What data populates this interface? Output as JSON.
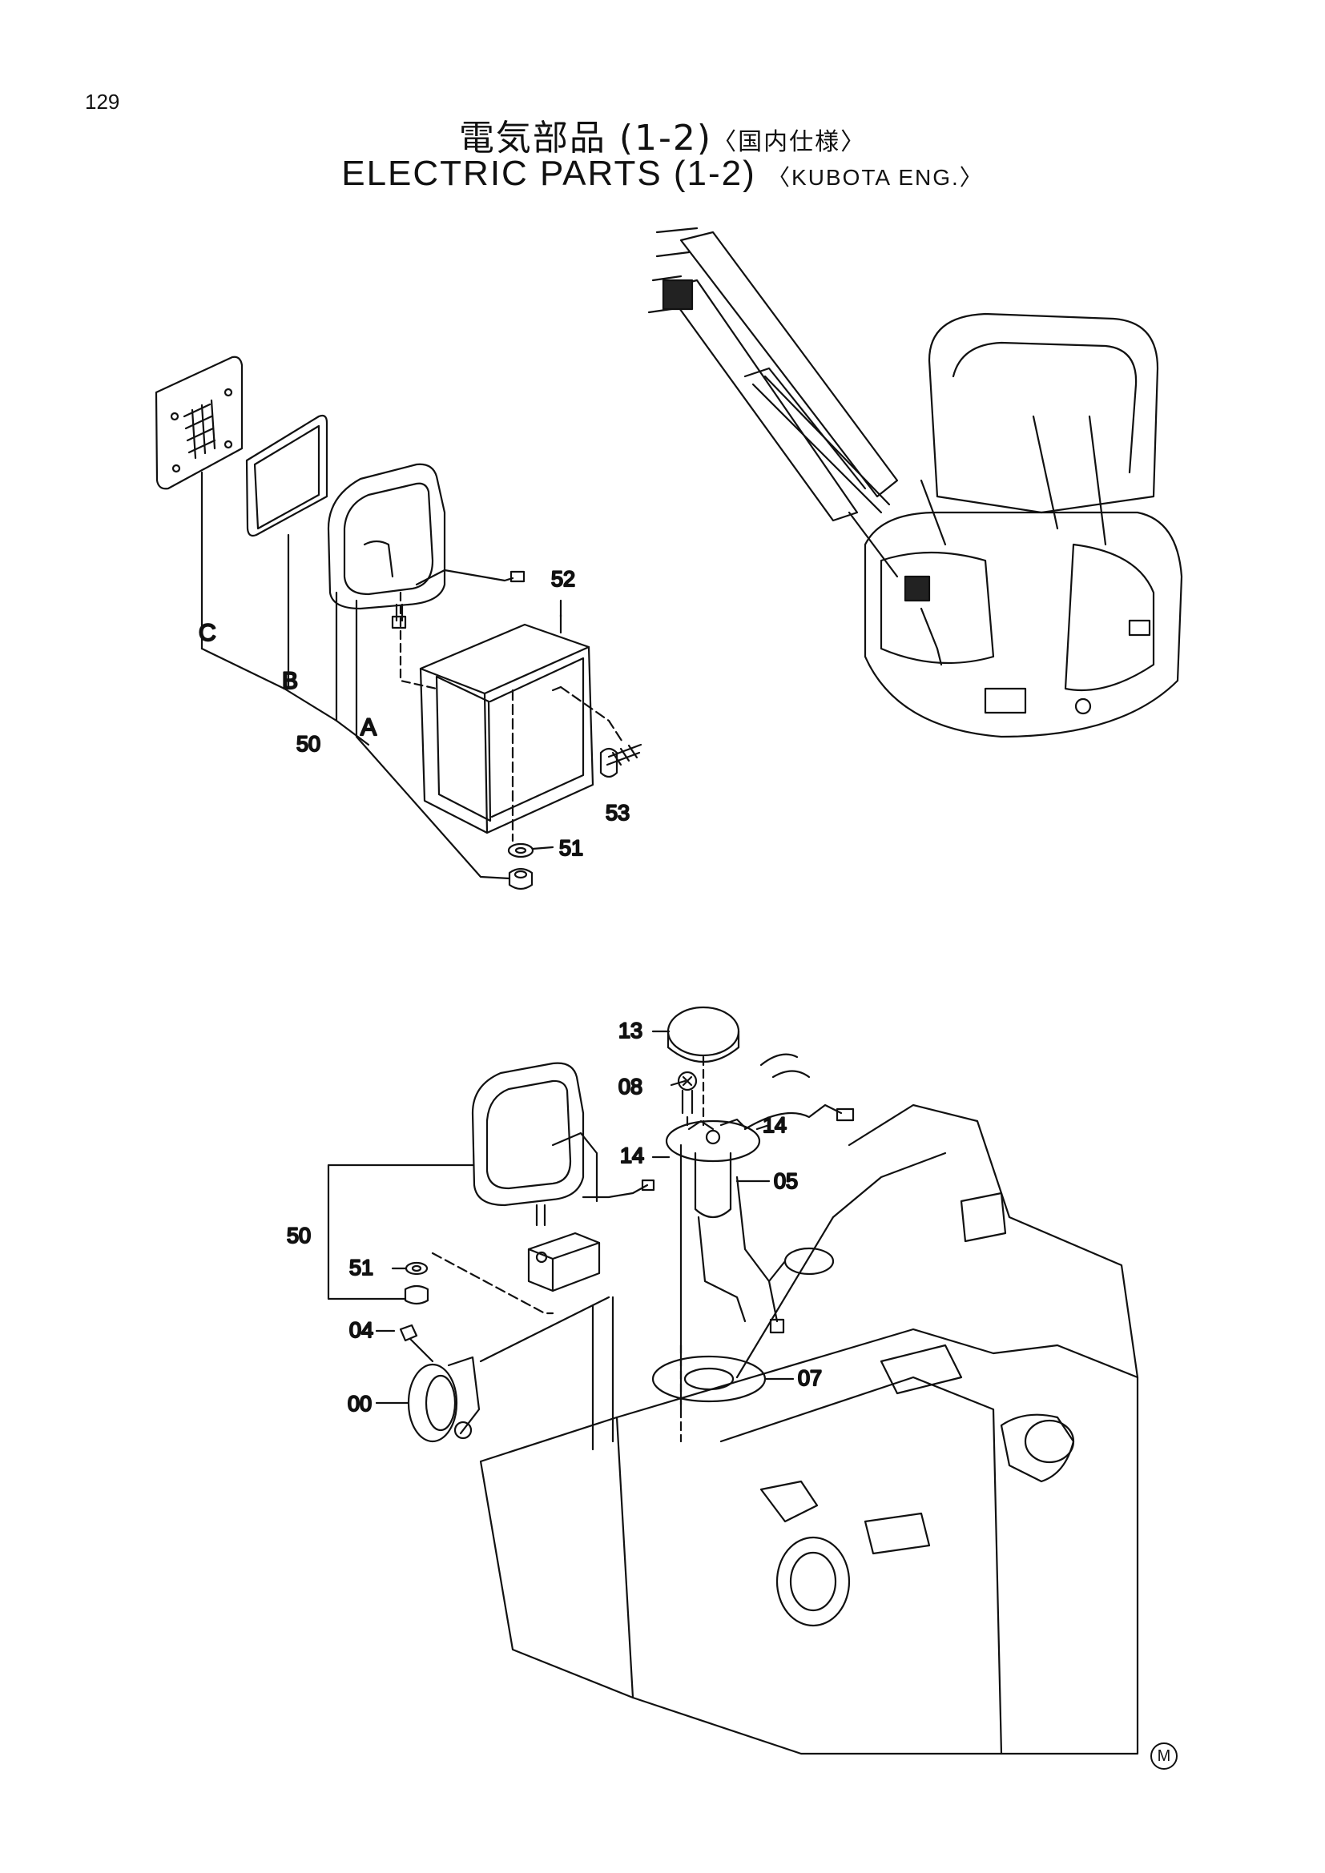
{
  "page": {
    "number": "129"
  },
  "title": {
    "jp_main": "電気部品 (1-2)",
    "jp_sub": "〈国内仕様〉",
    "en_main": "ELECTRIC PARTS (1-2)",
    "en_sub": "〈KUBOTA ENG.〉"
  },
  "top_diagram": {
    "letters": [
      "C",
      "B",
      "A"
    ],
    "callouts": [
      "52",
      "50",
      "53",
      "51"
    ]
  },
  "bottom_diagram": {
    "callouts": [
      "13",
      "08",
      "14",
      "14",
      "05",
      "50",
      "51",
      "04",
      "00",
      "07"
    ]
  },
  "footer": {
    "mark": "M"
  }
}
